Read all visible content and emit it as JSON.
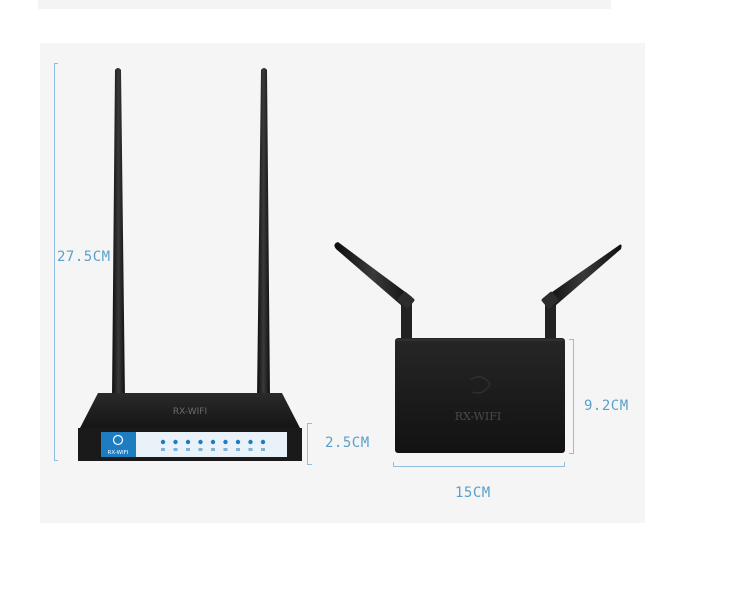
{
  "dimensions": {
    "height_total": "27.5CM",
    "thickness": "2.5CM",
    "depth": "9.2CM",
    "width": "15CM"
  },
  "product": {
    "front_label": "RX-WIFI",
    "top_label": "RX-WIFI",
    "brand_badge": "RX-WIFI",
    "led_count": 9
  },
  "colors": {
    "body": "#1e1e1e",
    "front_panel": "#e9f2f8",
    "brand_blue": "#1d7dc0",
    "dimension_line": "#5aa0cc"
  }
}
